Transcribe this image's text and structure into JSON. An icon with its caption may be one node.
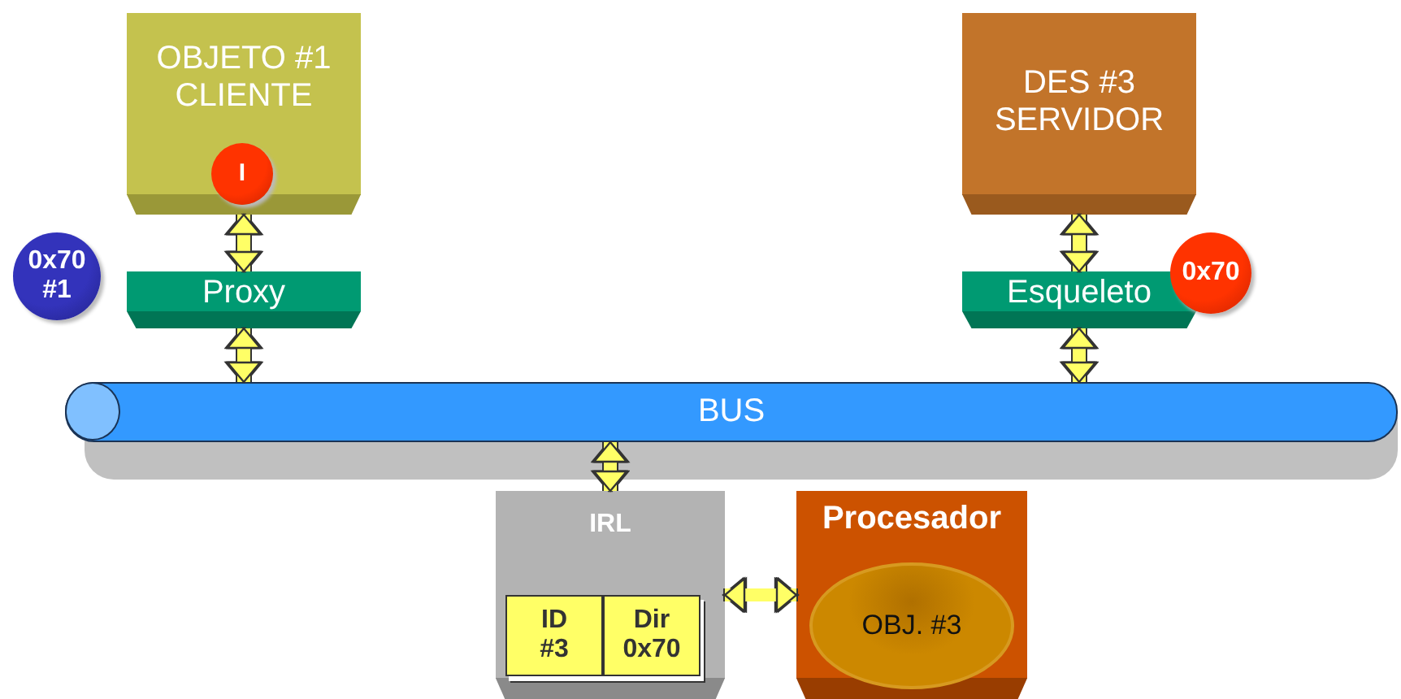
{
  "diagram": {
    "nodes": [
      {
        "text": [
          "OBJETO #1 CLIENTE"
        ]
      },
      {
        "text": [
          "I"
        ],
        "in": 0
      },
      {
        "text": [
          "DES #3 SERVIDOR"
        ]
      },
      {
        "text": [
          "Proxy"
        ]
      },
      {
        "text": [
          "Esqueleto"
        ]
      },
      {
        "text": [
          "0x70"
        ]
      },
      {
        "text": [
          "0x70 #1"
        ]
      },
      {
        "text": [
          "BUS"
        ]
      },
      {
        "text": [
          "IRL"
        ]
      },
      {
        "text": [
          "ID #3"
        ],
        "in": 8
      },
      {
        "text": [
          "Dir 0x70"
        ],
        "in": 8
      },
      {
        "text": [
          "Procesador"
        ]
      },
      {
        "text": [
          "OBJ. #3"
        ],
        "in": 11
      }
    ],
    "edges": [
      {
        "from": 0,
        "to": 3,
        "arrow": "both"
      },
      {
        "from": 3,
        "to": 7,
        "arrow": "both"
      },
      {
        "from": 2,
        "to": 4,
        "arrow": "both"
      },
      {
        "from": 4,
        "to": 7,
        "arrow": "both"
      },
      {
        "from": 7,
        "to": 8,
        "arrow": "both"
      },
      {
        "from": 8,
        "to": 11,
        "arrow": "both"
      }
    ]
  }
}
